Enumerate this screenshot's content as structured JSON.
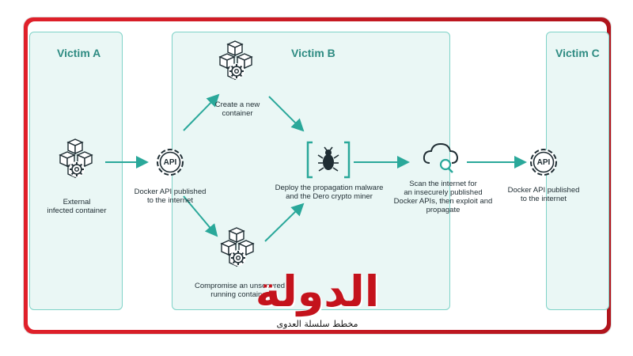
{
  "panels": {
    "victim_a": "Victim A",
    "victim_b": "Victim B",
    "victim_c": "Victim C"
  },
  "nodes": {
    "external_container": "External\ninfected container",
    "api_a": "API",
    "docker_api_a": "Docker API published\nto the internet",
    "create_container": "Create a new\ncontainer",
    "deploy_malware": "Deploy the propagation malware\nand the Dero crypto miner",
    "compromise_container": "Compromise an unsecured\nrunning container",
    "scan_internet": "Scan the internet for\nan insecurely published\nDocker APIs, then exploit and propagate",
    "api_c": "API",
    "docker_api_c": "Docker API published\nto the internet"
  },
  "icons": [
    "container-gear-icon",
    "api-gear-icon",
    "bug-icon",
    "cloud-search-icon"
  ],
  "colors": {
    "accent": "#2e8b82",
    "panel_fill": "#eaf7f5",
    "panel_border": "#7fd3c8",
    "arrow": "#2aa89a",
    "frame": "#d0181f"
  },
  "watermark": {
    "title": "الدولة",
    "subtitle": "مخطط سلسلة العدوى"
  }
}
